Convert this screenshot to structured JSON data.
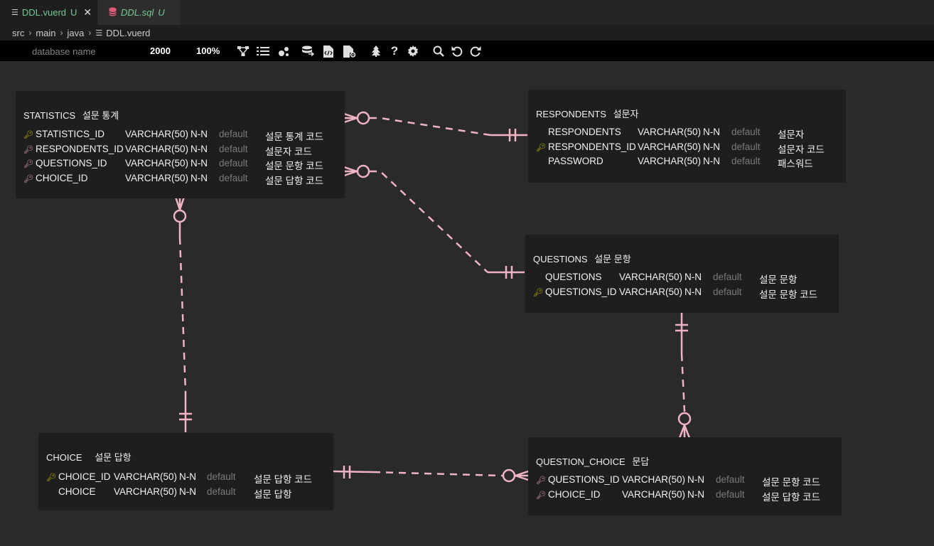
{
  "tabs": [
    {
      "name": "DDL.vuerd",
      "status": "U",
      "close": "✕"
    },
    {
      "name": "DDL.sql",
      "status": "U"
    }
  ],
  "breadcrumb": [
    "src",
    "main",
    "java",
    "DDL.vuerd"
  ],
  "toolbar": {
    "db_placeholder": "database name",
    "canvas_size": "2000",
    "zoom": "100%",
    "icons": [
      "relationship-icon",
      "list-icon",
      "visualization-icon",
      "import-icon",
      "export-sql-icon",
      "settings-file-icon",
      "tree-icon",
      "help-icon",
      "gear-icon",
      "search-icon",
      "undo-icon",
      "redo-icon"
    ]
  },
  "tables": {
    "statistics": {
      "name": "STATISTICS",
      "comment": "설문 통계",
      "columns": [
        {
          "key": "pk",
          "name": "STATISTICS_ID",
          "type": "VARCHAR(50)",
          "nn": "N-N",
          "def": "default",
          "comment": "설문 통계 코드"
        },
        {
          "key": "fk",
          "name": "RESPONDENTS_ID",
          "type": "VARCHAR(50)",
          "nn": "N-N",
          "def": "default",
          "comment": "설문자 코드"
        },
        {
          "key": "fk",
          "name": "QUESTIONS_ID",
          "type": "VARCHAR(50)",
          "nn": "N-N",
          "def": "default",
          "comment": "설문 문항 코드"
        },
        {
          "key": "fk",
          "name": "CHOICE_ID",
          "type": "VARCHAR(50)",
          "nn": "N-N",
          "def": "default",
          "comment": "설문 답항 코드"
        }
      ]
    },
    "respondents": {
      "name": "RESPONDENTS",
      "comment": "설문자",
      "columns": [
        {
          "key": "",
          "name": "RESPONDENTS",
          "type": "VARCHAR(50)",
          "nn": "N-N",
          "def": "default",
          "comment": "설문자"
        },
        {
          "key": "pk",
          "name": "RESPONDENTS_ID",
          "type": "VARCHAR(50)",
          "nn": "N-N",
          "def": "default",
          "comment": "설문자 코드"
        },
        {
          "key": "",
          "name": "PASSWORD",
          "type": "VARCHAR(50)",
          "nn": "N-N",
          "def": "default",
          "comment": "패스워드"
        }
      ]
    },
    "questions": {
      "name": "QUESTIONS",
      "comment": "설문 문항",
      "columns": [
        {
          "key": "",
          "name": "QUESTIONS",
          "type": "VARCHAR(50)",
          "nn": "N-N",
          "def": "default",
          "comment": "설문 문항"
        },
        {
          "key": "pk",
          "name": "QUESTIONS_ID",
          "type": "VARCHAR(50)",
          "nn": "N-N",
          "def": "default",
          "comment": "설문 문항 코드"
        }
      ]
    },
    "choice": {
      "name": "CHOICE",
      "comment": "설문 답항",
      "columns": [
        {
          "key": "pk",
          "name": "CHOICE_ID",
          "type": "VARCHAR(50)",
          "nn": "N-N",
          "def": "default",
          "comment": "설문 답항 코드"
        },
        {
          "key": "",
          "name": "CHOICE",
          "type": "VARCHAR(50)",
          "nn": "N-N",
          "def": "default",
          "comment": "설문 답항"
        }
      ]
    },
    "question_choice": {
      "name": "QUESTION_CHOICE",
      "comment": "문답",
      "columns": [
        {
          "key": "fk",
          "name": "QUESTIONS_ID",
          "type": "VARCHAR(50)",
          "nn": "N-N",
          "def": "default",
          "comment": "설문 문항 코드"
        },
        {
          "key": "fk",
          "name": "CHOICE_ID",
          "type": "VARCHAR(50)",
          "nn": "N-N",
          "def": "default",
          "comment": "설문 답항 코드"
        }
      ]
    }
  },
  "colors": {
    "relationship": "#f0b3c3",
    "pk": "#c8b400",
    "fk": "#e09ab0",
    "tab_modified": "#73c991"
  }
}
